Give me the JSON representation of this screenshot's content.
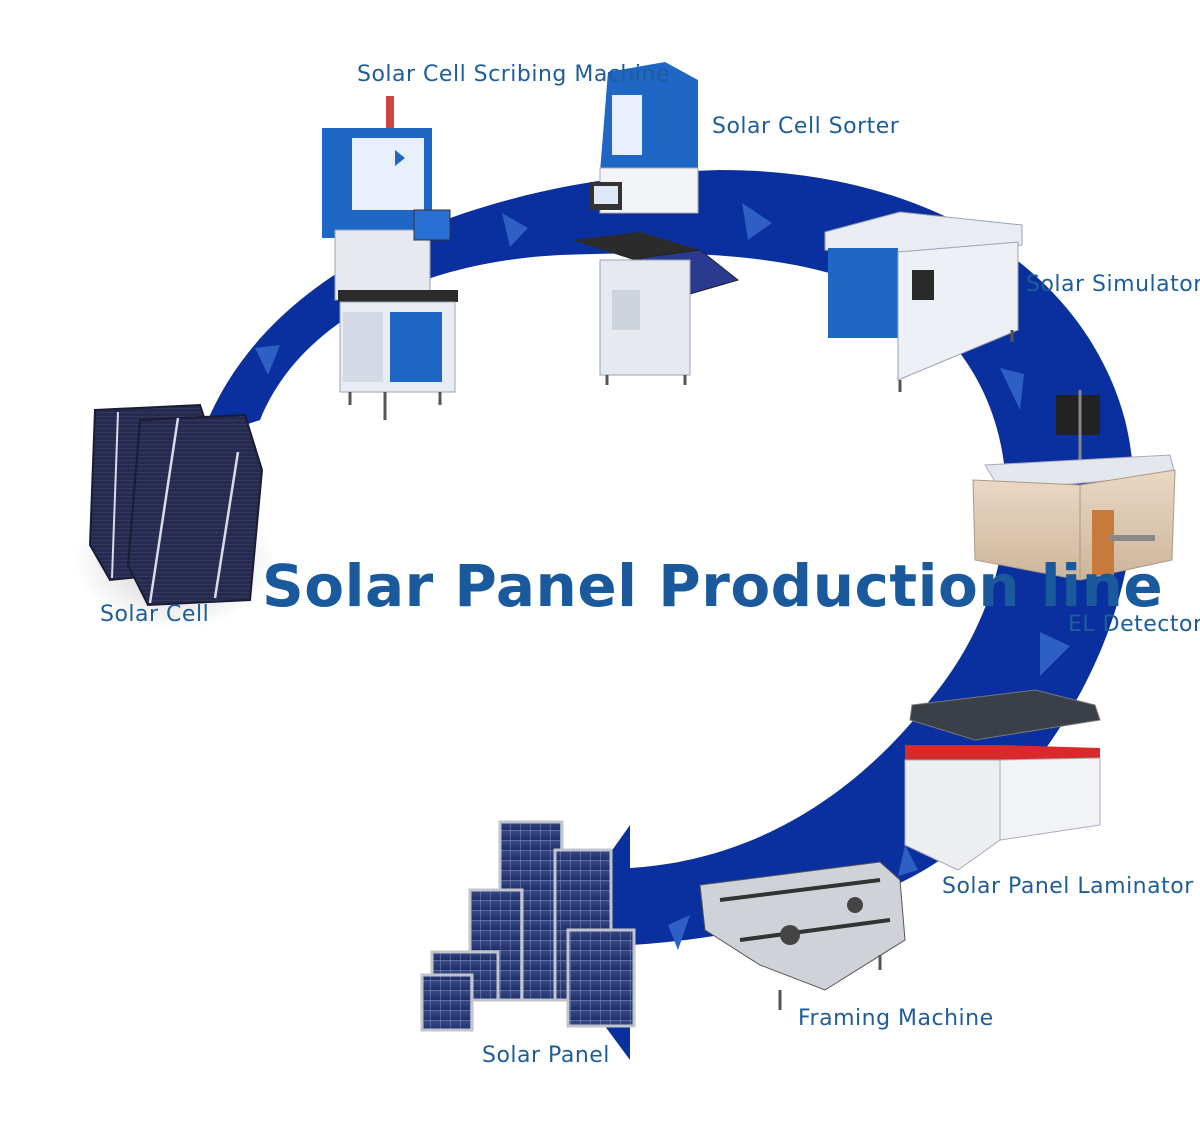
{
  "title": "Solar Panel Production line",
  "stages": [
    {
      "id": "solar-cell",
      "label": "Solar Cell"
    },
    {
      "id": "scribing",
      "label": "Solar Cell Scribing Machine"
    },
    {
      "id": "sorter",
      "label": "Solar Cell Sorter"
    },
    {
      "id": "simulator",
      "label": "Solar Simulator"
    },
    {
      "id": "el-detector",
      "label": "EL Detector"
    },
    {
      "id": "laminator",
      "label": "Solar Panel Laminator"
    },
    {
      "id": "framing",
      "label": "Framing Machine"
    },
    {
      "id": "panel",
      "label": "Solar Panel"
    }
  ],
  "colors": {
    "loop": "#0a2f9e",
    "arrow": "#2e5fc4",
    "text": "#1e5d9a",
    "machine_blue": "#1f67c4"
  }
}
